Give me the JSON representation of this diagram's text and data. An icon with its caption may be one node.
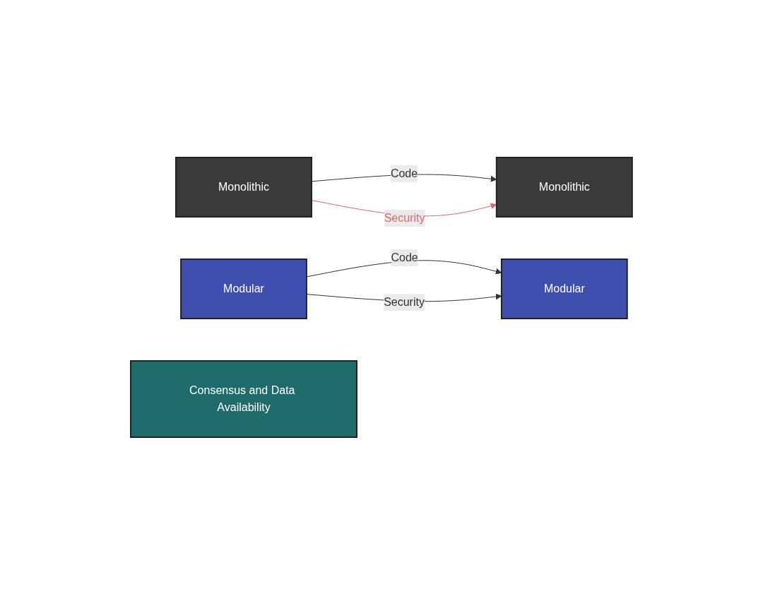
{
  "diagram": {
    "nodes": [
      {
        "text": [
          "Monolithic"
        ]
      },
      {
        "text": [
          "Monolithic"
        ]
      },
      {
        "text": [
          "Modular"
        ]
      },
      {
        "text": [
          "Modular"
        ]
      },
      {
        "text": [
          "Consensus and Data Availability"
        ]
      }
    ],
    "edges": [
      {
        "from": 0,
        "to": 1,
        "arrow": "to",
        "label": "Code"
      },
      {
        "from": 0,
        "to": 1,
        "arrow": "to",
        "label": "Security",
        "color": "#e06666"
      },
      {
        "from": 2,
        "to": 3,
        "arrow": "to",
        "label": "Code"
      },
      {
        "from": 2,
        "to": 3,
        "arrow": "to",
        "label": "Security"
      }
    ]
  }
}
